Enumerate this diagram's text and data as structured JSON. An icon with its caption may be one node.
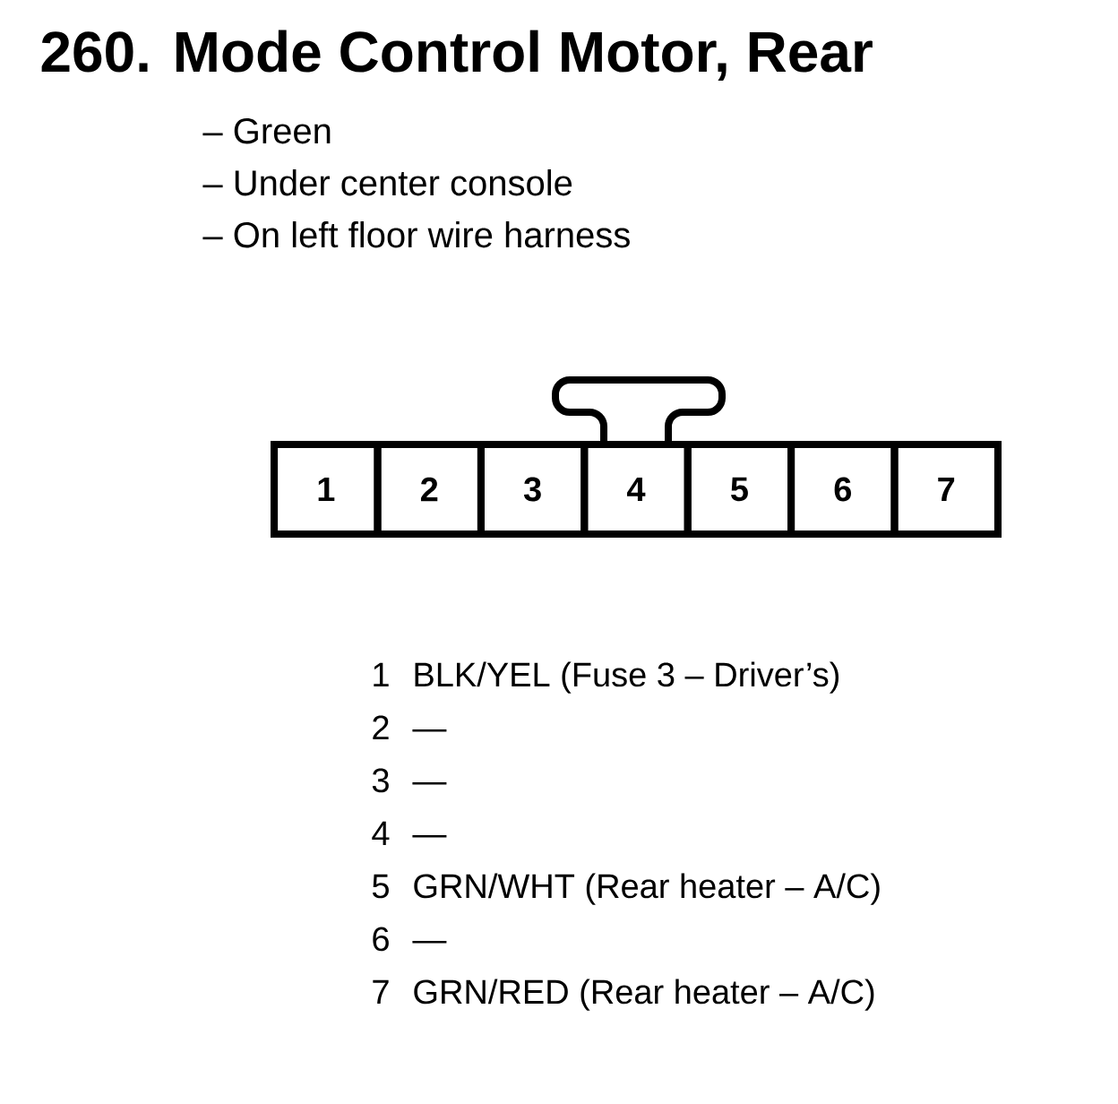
{
  "diagram": {
    "title": "260. Mode Control Motor, Rear",
    "nodes": [
      {
        "text": [],
        "shape": "box"
      },
      {
        "text": [
          "1"
        ],
        "in": 0
      },
      {
        "text": [
          "2"
        ],
        "in": 0
      },
      {
        "text": [
          "3"
        ],
        "in": 0
      },
      {
        "text": [
          "4"
        ],
        "in": 0
      },
      {
        "text": [
          "5"
        ],
        "in": 0
      },
      {
        "text": [
          "6"
        ],
        "in": 0
      },
      {
        "text": [
          "7"
        ],
        "in": 0
      }
    ],
    "labels": [
      "– Green",
      "– Under center console",
      "– On left floor wire harness",
      "1",
      "BLK/YEL (Fuse 3 – Driver’s)",
      "2",
      "—",
      "3",
      "—",
      "4",
      "—",
      "5",
      "GRN/WHT (Rear heater – A/C)",
      "6",
      "—",
      "7",
      "GRN/RED (Rear heater – A/C)"
    ]
  }
}
